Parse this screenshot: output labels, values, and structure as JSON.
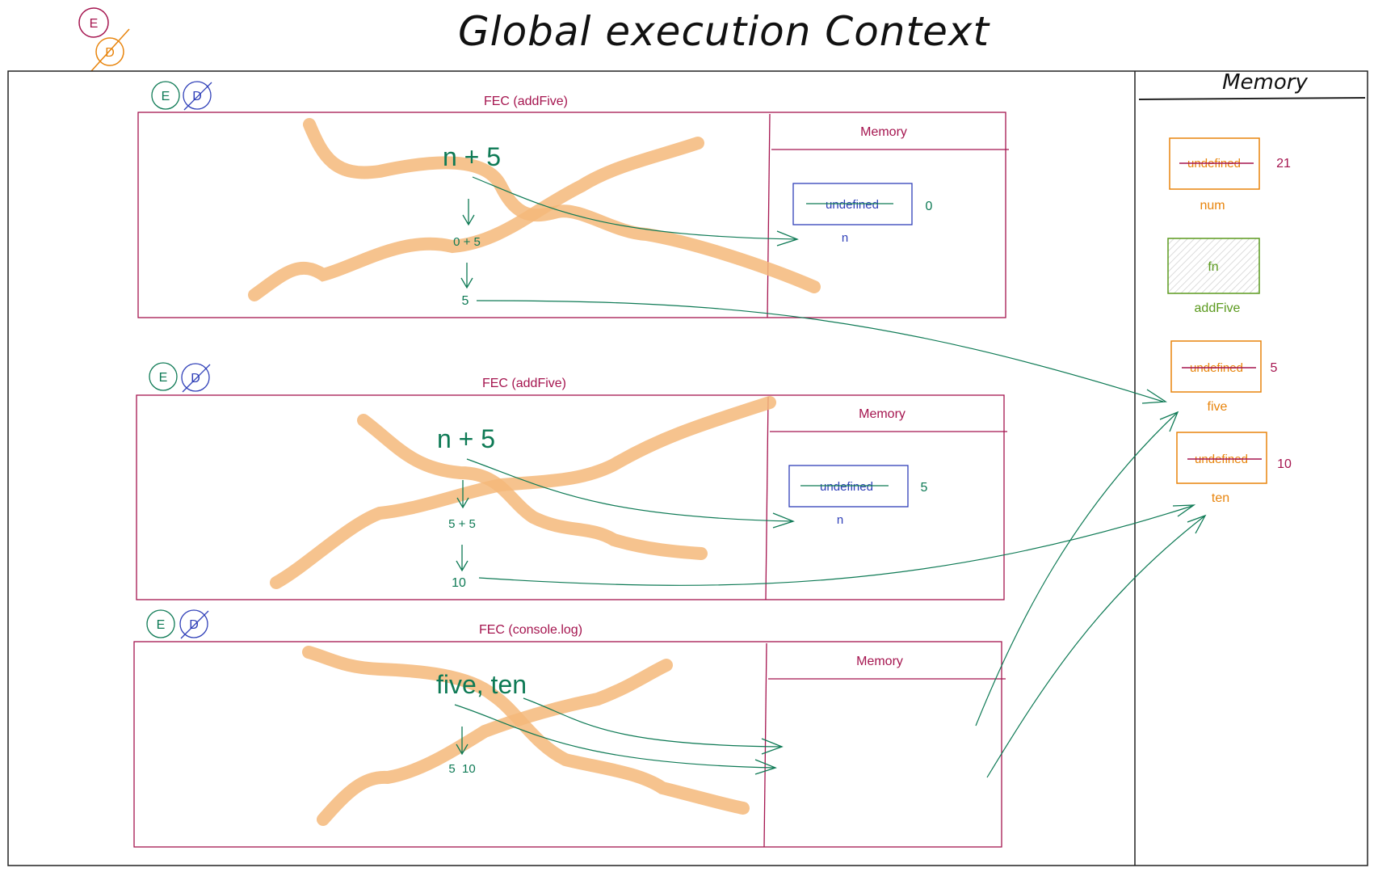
{
  "title": "Global execution Context",
  "global_badge": {
    "e": "E",
    "d": "D"
  },
  "global_memory": {
    "title": "Memory",
    "items": [
      {
        "old": "undefined",
        "value": "21",
        "name": "num"
      },
      {
        "old": "fn",
        "value": "",
        "name": "addFive"
      },
      {
        "old": "undefined",
        "value": "5",
        "name": "five"
      },
      {
        "old": "undefined",
        "value": "10",
        "name": "ten"
      }
    ]
  },
  "contexts": [
    {
      "badge": {
        "e": "E",
        "d": "D"
      },
      "title": "FEC (addFive)",
      "expr": "n + 5",
      "step1": "0 + 5",
      "result": "5",
      "memory": {
        "title": "Memory",
        "old": "undefined",
        "value": "0",
        "name": "n"
      }
    },
    {
      "badge": {
        "e": "E",
        "d": "D"
      },
      "title": "FEC (addFive)",
      "expr": "n + 5",
      "step1": "5 + 5",
      "result": "10",
      "memory": {
        "title": "Memory",
        "old": "undefined",
        "value": "5",
        "name": "n"
      }
    },
    {
      "badge": {
        "e": "E",
        "d": "D"
      },
      "title": "FEC (console.log)",
      "expr": "five, ten",
      "step1": "5  10",
      "memory": {
        "title": "Memory"
      }
    }
  ],
  "colors": {
    "crimson": "#a5154f",
    "green": "#0e7a55",
    "blue": "#2f3fb8",
    "orange": "#e8840c",
    "olive": "#5b9a1e",
    "scribble": "#f5b97a"
  }
}
